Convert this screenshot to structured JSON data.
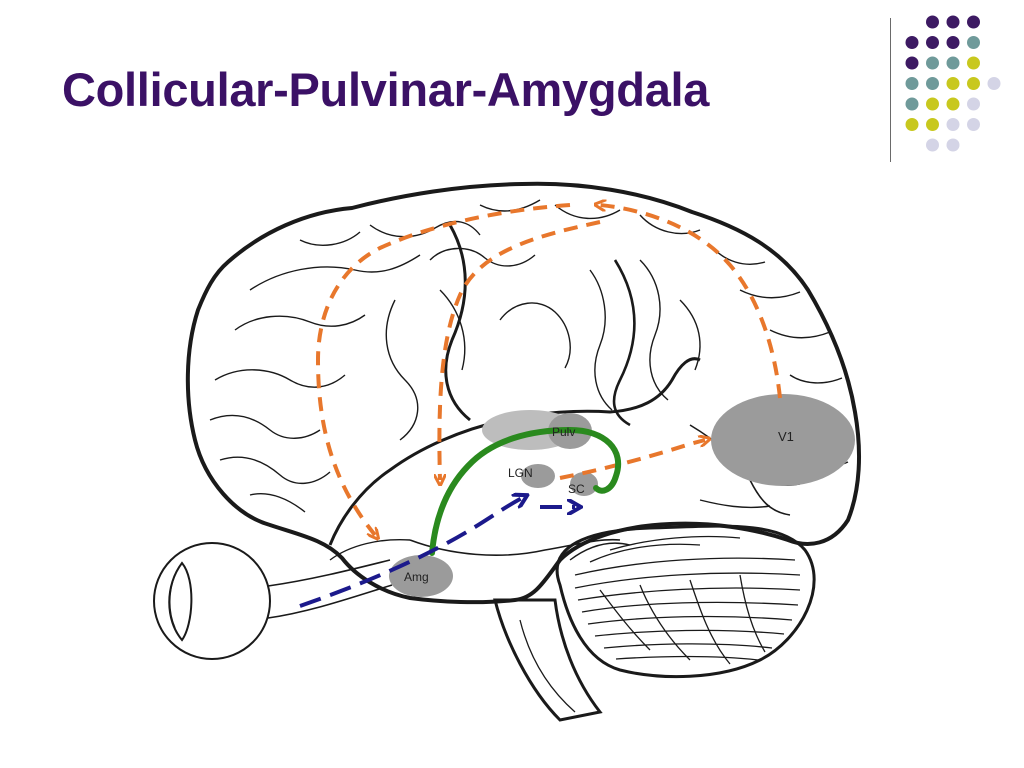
{
  "slide": {
    "title": "Collicular-Pulvinar-Amygdala"
  },
  "diagram": {
    "labels": {
      "pulvinar": "Pulv",
      "lgn": "LGN",
      "superior_colliculus": "SC",
      "amygdala": "Amg",
      "v1": "V1"
    }
  },
  "colors": {
    "title": "#3b1166",
    "dot_purple": "#3d1a63",
    "dot_teal": "#6f9a9a",
    "dot_yellow": "#c8c81e",
    "dot_lavender": "#d4d4e6",
    "region_gray": "#9b9b9b",
    "path_orange": "#e8772c",
    "path_green": "#2a8a1e",
    "path_blue": "#1c1a8c"
  }
}
